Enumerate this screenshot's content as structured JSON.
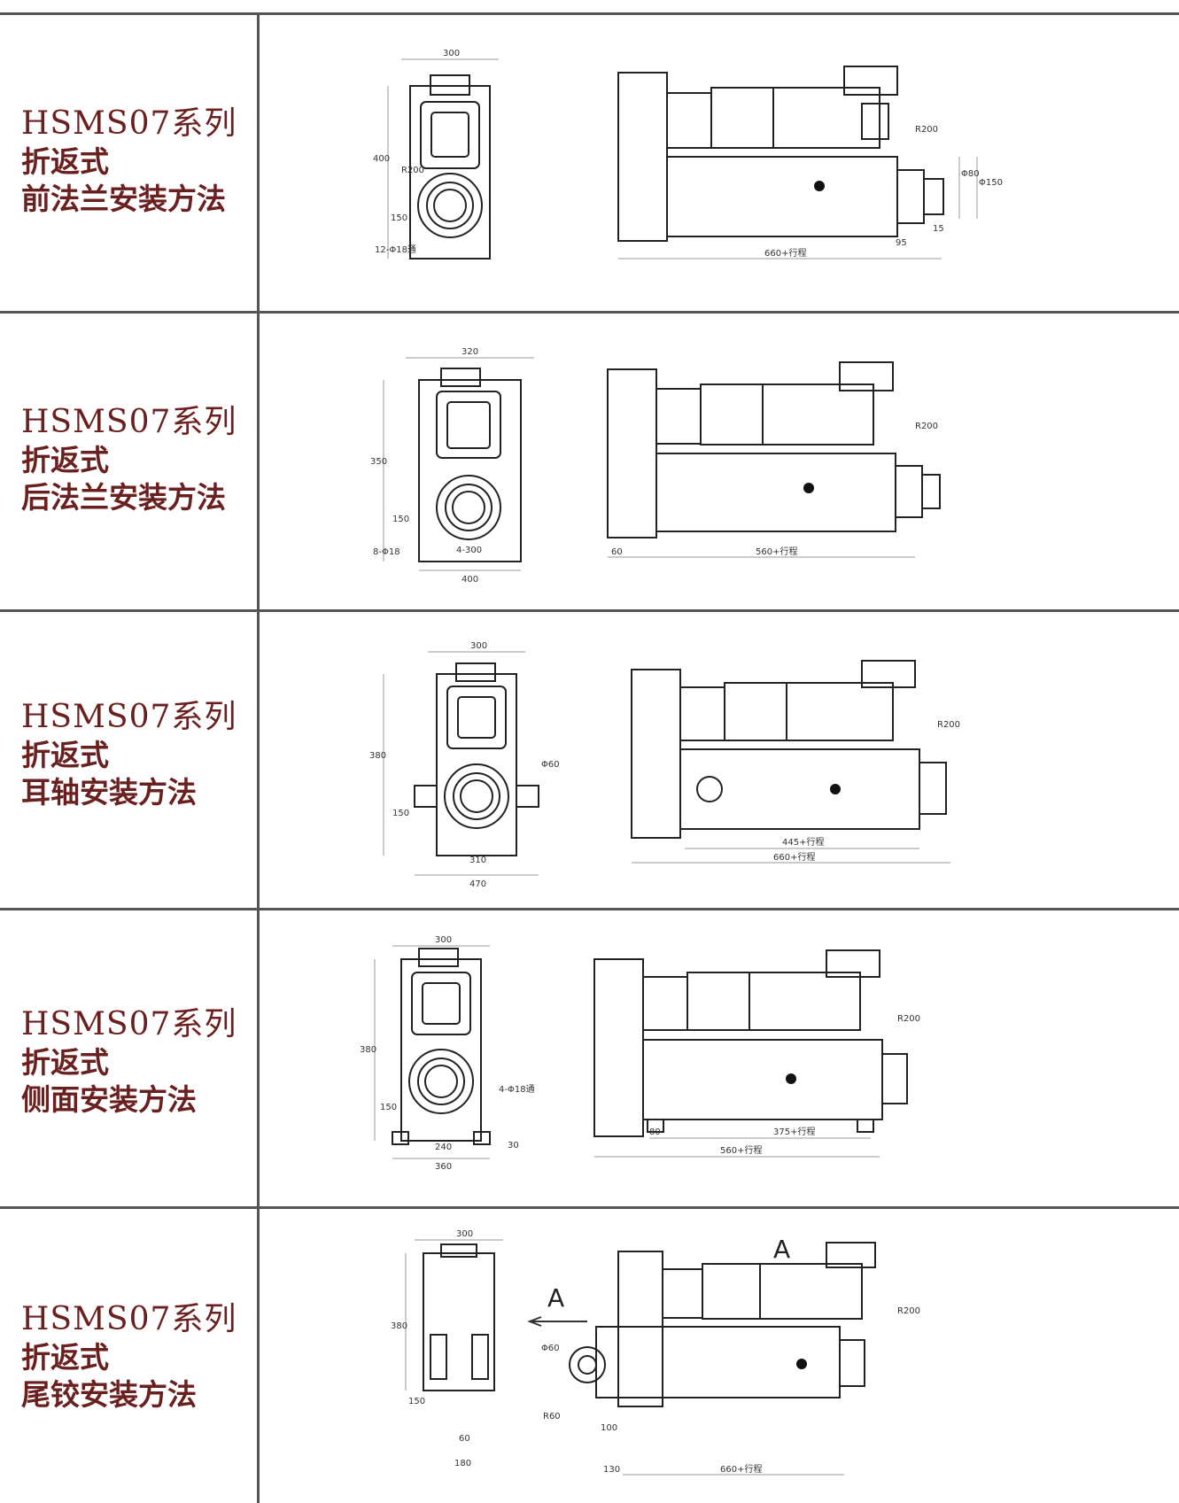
{
  "rows": [
    {
      "series": "HSMS07系列",
      "type": "折返式",
      "method": "前法兰安装方法",
      "front_dims": [
        "300",
        "400",
        "R200",
        "150",
        "12-Φ18通"
      ],
      "side_dims": [
        "660+行程",
        "R200",
        "Φ80",
        "Φ150",
        "95",
        "15"
      ]
    },
    {
      "series": "HSMS07系列",
      "type": "折返式",
      "method": "后法兰安装方法",
      "front_dims": [
        "320",
        "350",
        "150",
        "8-Φ18",
        "4-300",
        "400"
      ],
      "side_dims": [
        "R200",
        "60",
        "560+行程"
      ]
    },
    {
      "series": "HSMS07系列",
      "type": "折返式",
      "method": "耳轴安装方法",
      "front_dims": [
        "300",
        "380",
        "150",
        "Φ60",
        "310",
        "470"
      ],
      "side_dims": [
        "R200",
        "445+行程",
        "660+行程"
      ]
    },
    {
      "series": "HSMS07系列",
      "type": "折返式",
      "method": "侧面安装方法",
      "front_dims": [
        "300",
        "380",
        "150",
        "4-Φ18通",
        "240",
        "360",
        "30"
      ],
      "side_dims": [
        "R200",
        "80",
        "375+行程",
        "560+行程"
      ]
    },
    {
      "series": "HSMS07系列",
      "type": "折返式",
      "method": "尾铰安装方法",
      "view_label": "A",
      "front_dims": [
        "300",
        "380",
        "150",
        "60",
        "180"
      ],
      "side_dims": [
        "R200",
        "Φ60",
        "R60",
        "100",
        "130",
        "660+行程"
      ]
    }
  ]
}
